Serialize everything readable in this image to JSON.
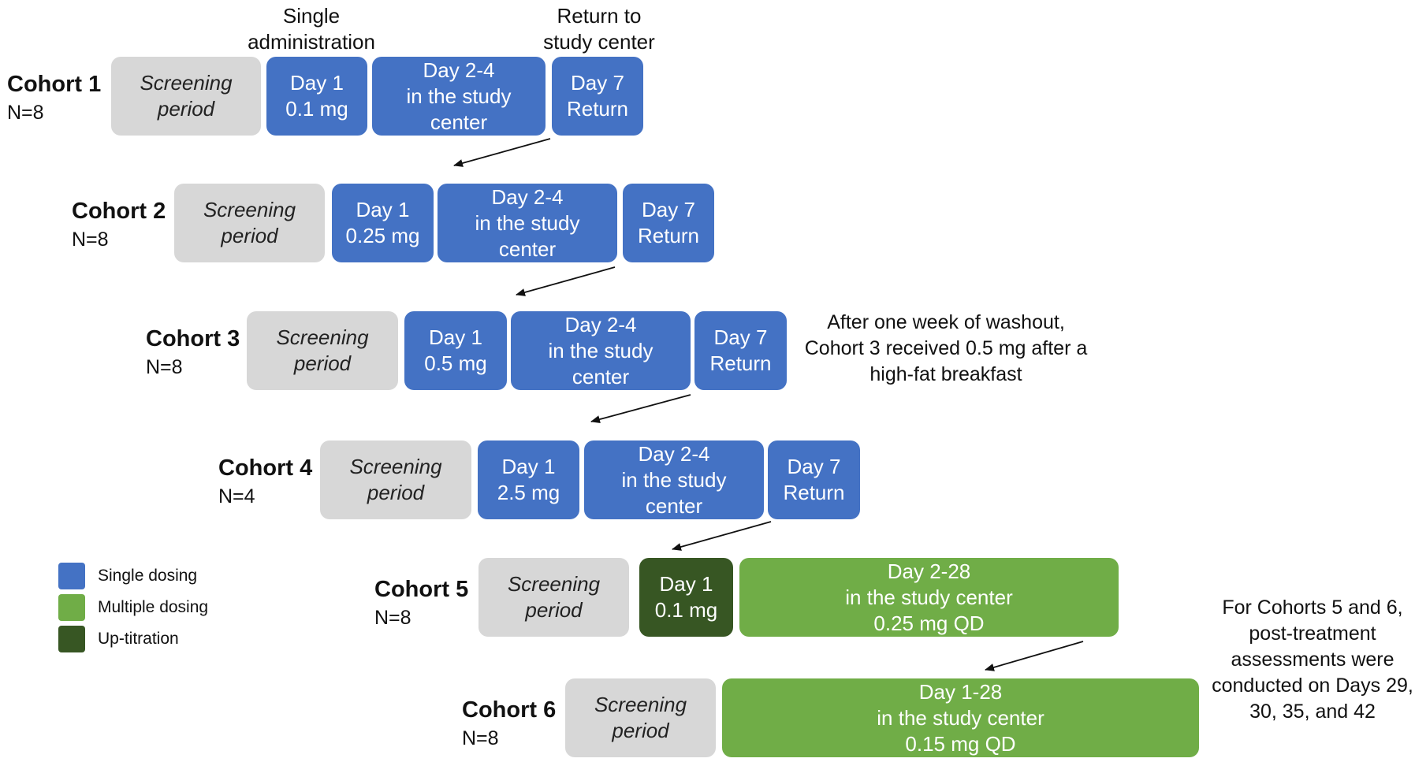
{
  "headers": {
    "single_admin": [
      "Single",
      "administration"
    ],
    "return_center": [
      "Return to",
      "study center"
    ]
  },
  "cohorts": [
    {
      "name": "Cohort 1",
      "n": "N=8",
      "boxes": [
        {
          "type": "screening",
          "lines": [
            "Screening",
            "period"
          ]
        },
        {
          "type": "single",
          "lines": [
            "Day 1",
            "0.1 mg"
          ]
        },
        {
          "type": "single",
          "lines": [
            "Day 2-4",
            "in the study",
            "center"
          ]
        },
        {
          "type": "single",
          "lines": [
            "Day 7",
            "Return"
          ]
        }
      ]
    },
    {
      "name": "Cohort 2",
      "n": "N=8",
      "boxes": [
        {
          "type": "screening",
          "lines": [
            "Screening",
            "period"
          ]
        },
        {
          "type": "single",
          "lines": [
            "Day 1",
            "0.25 mg"
          ]
        },
        {
          "type": "single",
          "lines": [
            "Day 2-4",
            "in the study",
            "center"
          ]
        },
        {
          "type": "single",
          "lines": [
            "Day 7",
            "Return"
          ]
        }
      ]
    },
    {
      "name": "Cohort 3",
      "n": "N=8",
      "boxes": [
        {
          "type": "screening",
          "lines": [
            "Screening",
            "period"
          ]
        },
        {
          "type": "single",
          "lines": [
            "Day 1",
            "0.5 mg"
          ]
        },
        {
          "type": "single",
          "lines": [
            "Day 2-4",
            "in the study",
            "center"
          ]
        },
        {
          "type": "single",
          "lines": [
            "Day 7",
            "Return"
          ]
        }
      ]
    },
    {
      "name": "Cohort 4",
      "n": "N=4",
      "boxes": [
        {
          "type": "screening",
          "lines": [
            "Screening",
            "period"
          ]
        },
        {
          "type": "single",
          "lines": [
            "Day 1",
            "2.5 mg"
          ]
        },
        {
          "type": "single",
          "lines": [
            "Day 2-4",
            "in the study",
            "center"
          ]
        },
        {
          "type": "single",
          "lines": [
            "Day 7",
            "Return"
          ]
        }
      ]
    },
    {
      "name": "Cohort 5",
      "n": "N=8",
      "boxes": [
        {
          "type": "screening",
          "lines": [
            "Screening",
            "period"
          ]
        },
        {
          "type": "uptitration",
          "lines": [
            "Day 1",
            "0.1 mg"
          ]
        },
        {
          "type": "multiple",
          "lines": [
            "Day 2-28",
            "in the study center",
            "0.25 mg QD"
          ]
        }
      ]
    },
    {
      "name": "Cohort 6",
      "n": "N=8",
      "boxes": [
        {
          "type": "screening",
          "lines": [
            "Screening",
            "period"
          ]
        },
        {
          "type": "multiple",
          "lines": [
            "Day 1-28",
            "in the study center",
            "0.15 mg QD"
          ]
        }
      ]
    }
  ],
  "notes": {
    "cohort3": [
      "After one week of washout,",
      "Cohort 3 received 0.5 mg after a",
      "high-fat breakfast"
    ],
    "cohort56": [
      "For Cohorts 5 and 6,",
      "post-treatment",
      "assessments were",
      "conducted on Days 29,",
      "30, 35, and 42"
    ]
  },
  "legend": [
    {
      "label": "Single dosing",
      "color": "#4472c4"
    },
    {
      "label": "Multiple dosing",
      "color": "#70ad47"
    },
    {
      "label": "Up-titration",
      "color": "#375623"
    }
  ],
  "colors": {
    "screening": "#d7d7d7",
    "single": "#4472c4",
    "multiple": "#70ad47",
    "uptitration": "#375623"
  }
}
